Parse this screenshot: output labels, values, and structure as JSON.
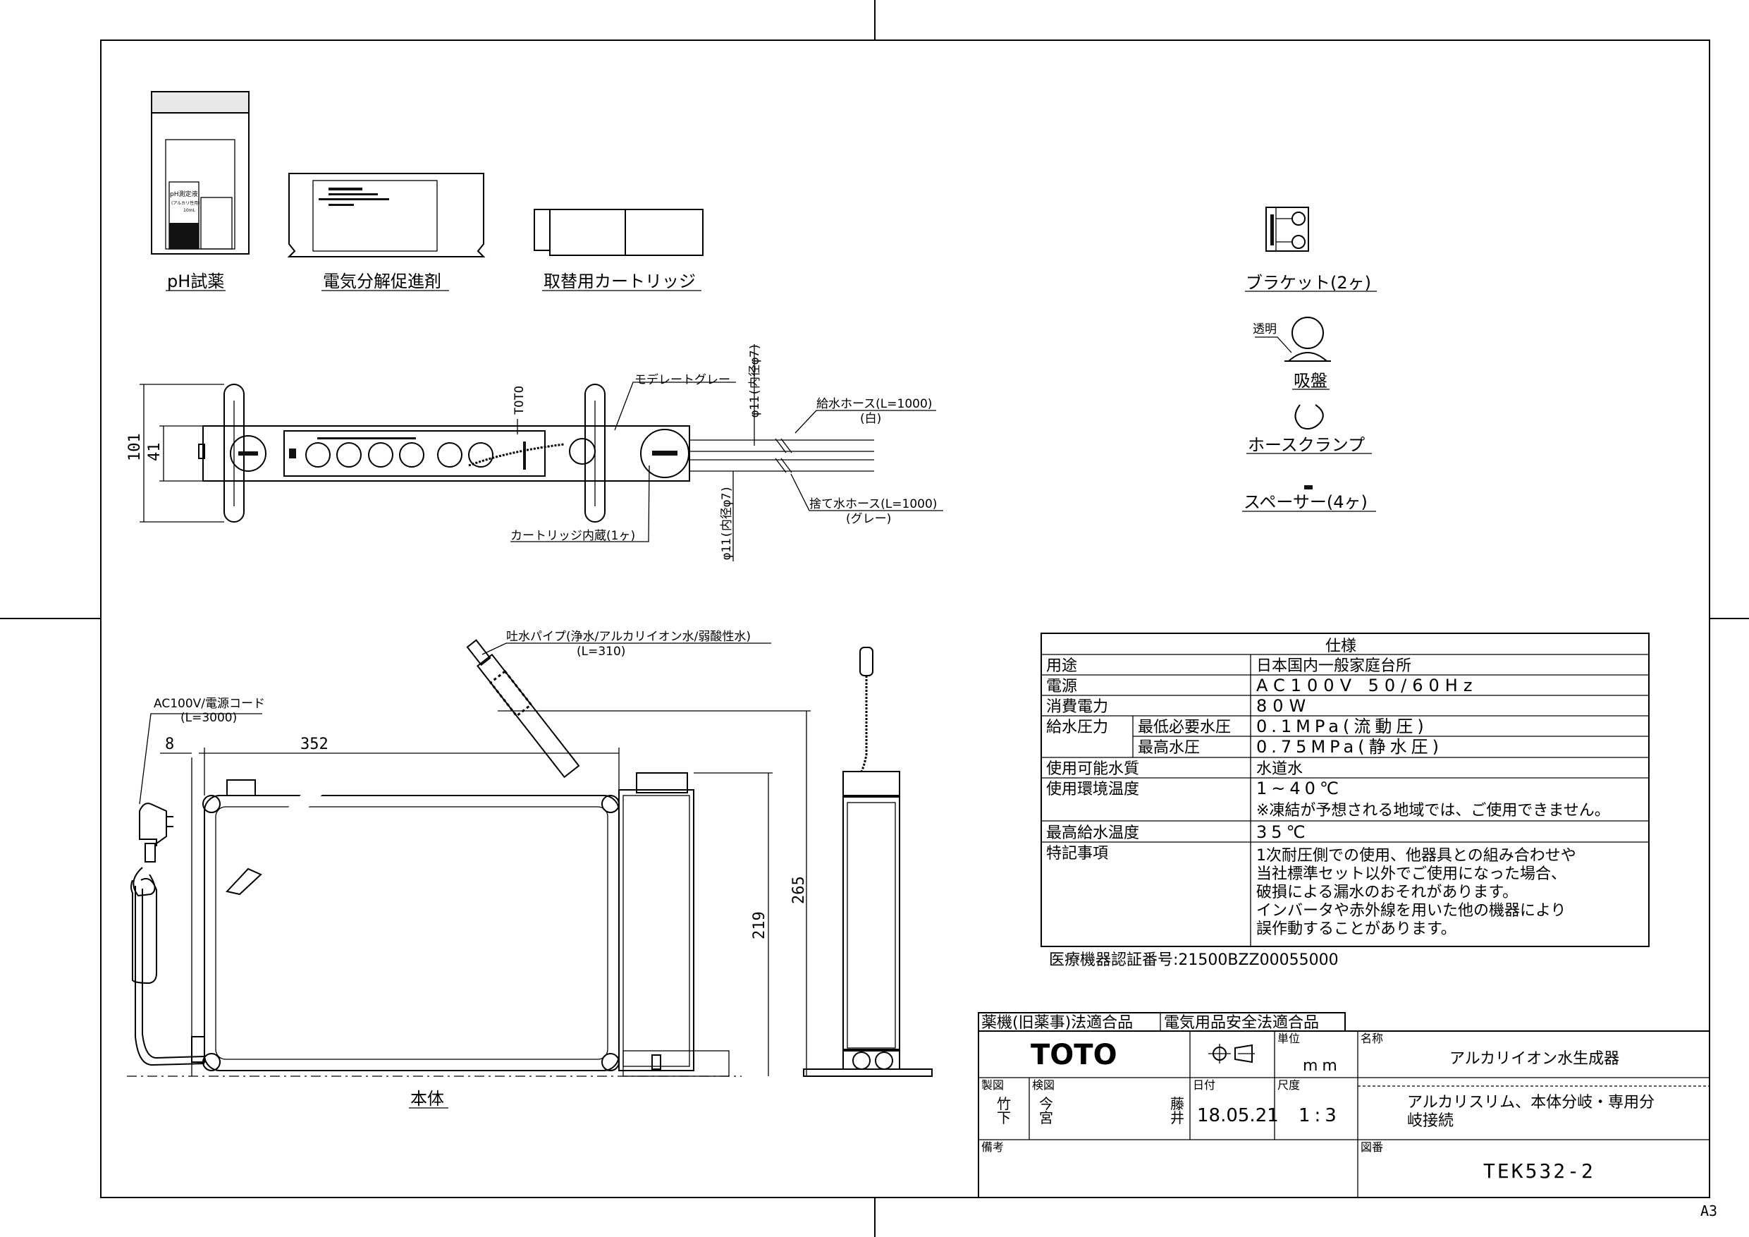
{
  "accessories": {
    "ph_reagent": "pH試薬",
    "ph_bottle_label_1": "pH測定液",
    "ph_bottle_label_2": "(アルカリ性用)",
    "ph_bottle_label_3": "10mL",
    "electrolysis_agent": "電気分解促進剤",
    "cartridge": "取替用カートリッジ",
    "bracket": "ブラケット(2ヶ)",
    "transparent": "透明",
    "suction_cup": "吸盤",
    "hose_clamp": "ホースクランプ",
    "spacer": "スペーサー(4ヶ)"
  },
  "top_view": {
    "color_label": "モデレートグレー",
    "brand": "TOTO",
    "dim_101": "101",
    "dim_41": "41",
    "cartridge_inside": "カートリッジ内蔵(1ヶ)",
    "supply_hose": "給水ホース(L=1000)",
    "supply_hose_color": "(白)",
    "drain_hose": "捨て水ホース(L=1000)",
    "drain_hose_color": "(グレー)",
    "pipe_diameter_top": "φ11(内径φ7)",
    "pipe_diameter_bottom": "φ11(内径φ7)"
  },
  "front_view": {
    "spout_pipe": "吐水パイプ(浄水/アルカリイオン水/弱酸性水)",
    "spout_pipe_length": "(L=310)",
    "power_cord": "AC100V/電源コード",
    "power_cord_length": "(L=3000)",
    "dim_8": "8",
    "dim_352": "352",
    "dim_265": "265",
    "dim_219": "219",
    "body_label": "本体"
  },
  "spec": {
    "header": "仕様",
    "rows": [
      {
        "label": "用途",
        "value": "日本国内一般家庭台所"
      },
      {
        "label": "電源",
        "value": "AC100V 50/60Hz"
      },
      {
        "label": "消費電力",
        "value": "80W"
      },
      {
        "label": "給水圧力",
        "sub": "最低必要水圧",
        "value": "0.1MPa(流動圧)"
      },
      {
        "label": "",
        "sub": "最高水圧",
        "value": "0.75MPa(静水圧)"
      },
      {
        "label": "使用可能水質",
        "value": "水道水"
      },
      {
        "label": "使用環境温度",
        "value": "1~40℃",
        "value2": "※凍結が予想される地域では、ご使用できません。"
      },
      {
        "label": "最高給水温度",
        "value": "35℃"
      },
      {
        "label": "特記事項",
        "lines": [
          "1次耐圧側での使用、他器具との組み合わせや",
          "当社標準セット以外でご使用になった場合、",
          "破損による漏水のおそれがあります。",
          "インバータや赤外線を用いた他の機器により",
          "誤作動することがあります。"
        ]
      }
    ],
    "cert": "医療機器認証番号:21500BZZ00055000"
  },
  "title_block": {
    "compliance_1": "薬機(旧薬事)法適合品",
    "compliance_2": "電気用品安全法適合品",
    "logo": "TOTO",
    "unit_label": "単位",
    "unit_value": "mm",
    "name_label": "名称",
    "name_value": "アルカリイオン水生成器",
    "drafted_label": "製図",
    "drafted_1": "竹",
    "drafted_2": "下",
    "checked_label": "検図",
    "checked_1": "今",
    "checked_2": "宮",
    "approved_1": "藤",
    "approved_2": "井",
    "date_label": "日付",
    "date_value": "18.05.21",
    "scale_label": "尺度",
    "scale_value": "1:3",
    "desc_line1": "アルカリスリム、本体分岐・専用分",
    "desc_line2": "岐接続",
    "remarks_label": "備考",
    "drawing_no_label": "図番",
    "drawing_no": "TEK532-2",
    "paper_size": "A3"
  }
}
